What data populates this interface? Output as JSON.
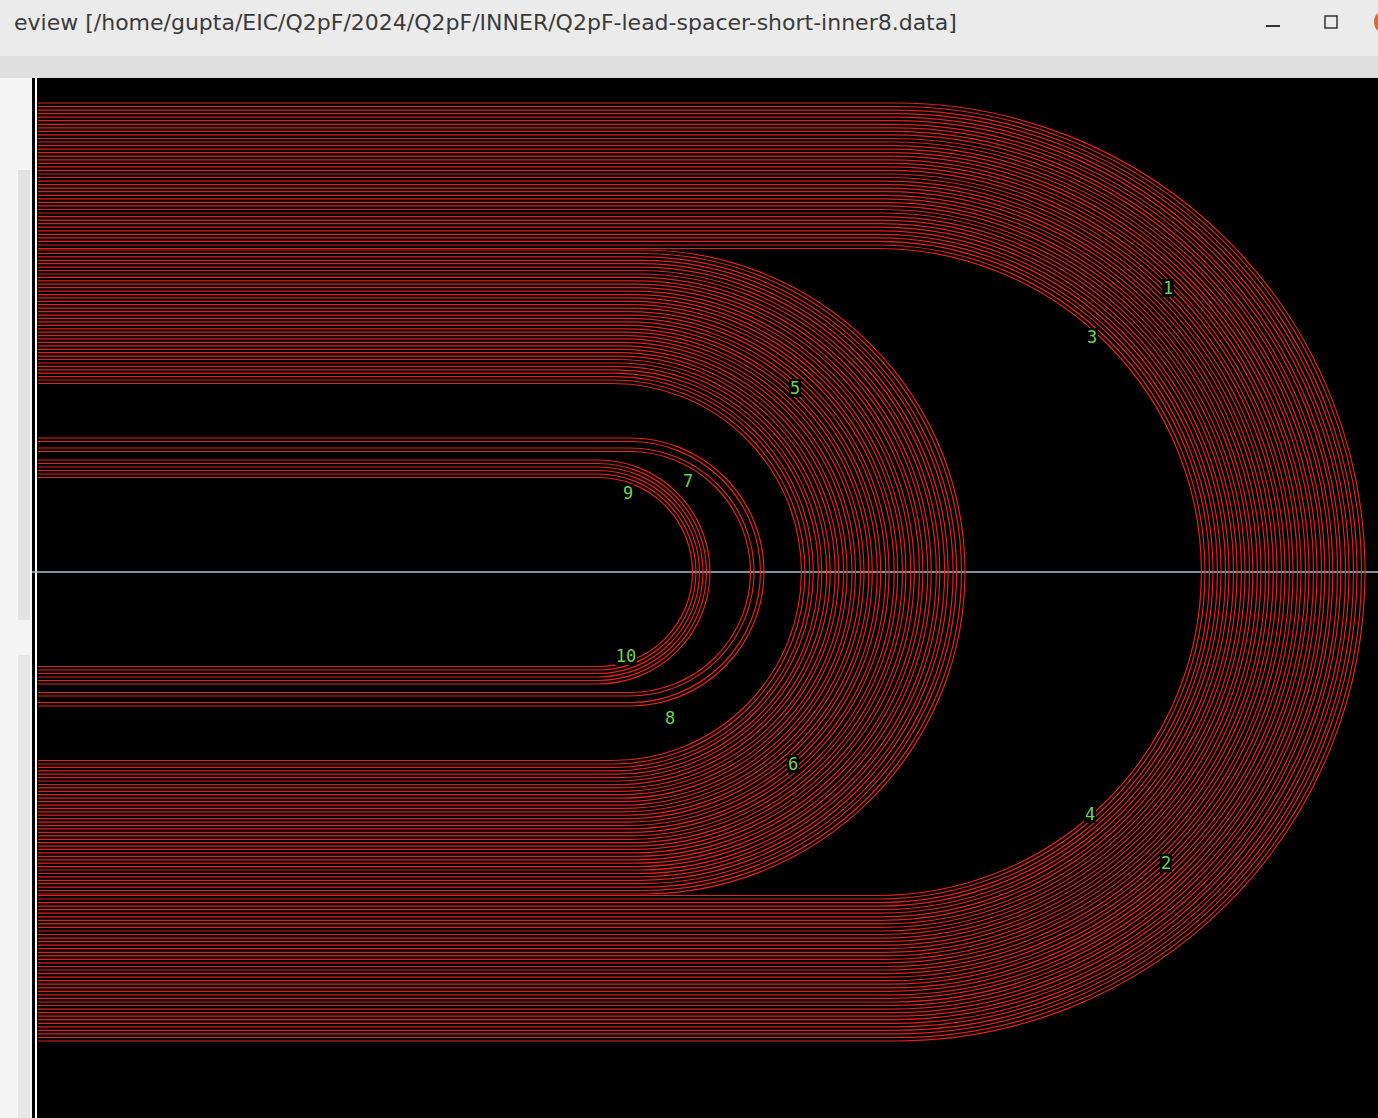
{
  "diagram": {
    "title": "eview [/home/gupta/EIC/Q2pF/2024/Q2pF/INNER/Q2pF-lead-spacer-short-inner8.data]",
    "labels": [
      "1",
      "2",
      "3",
      "4",
      "5",
      "6",
      "7",
      "8",
      "9",
      "10"
    ]
  }
}
